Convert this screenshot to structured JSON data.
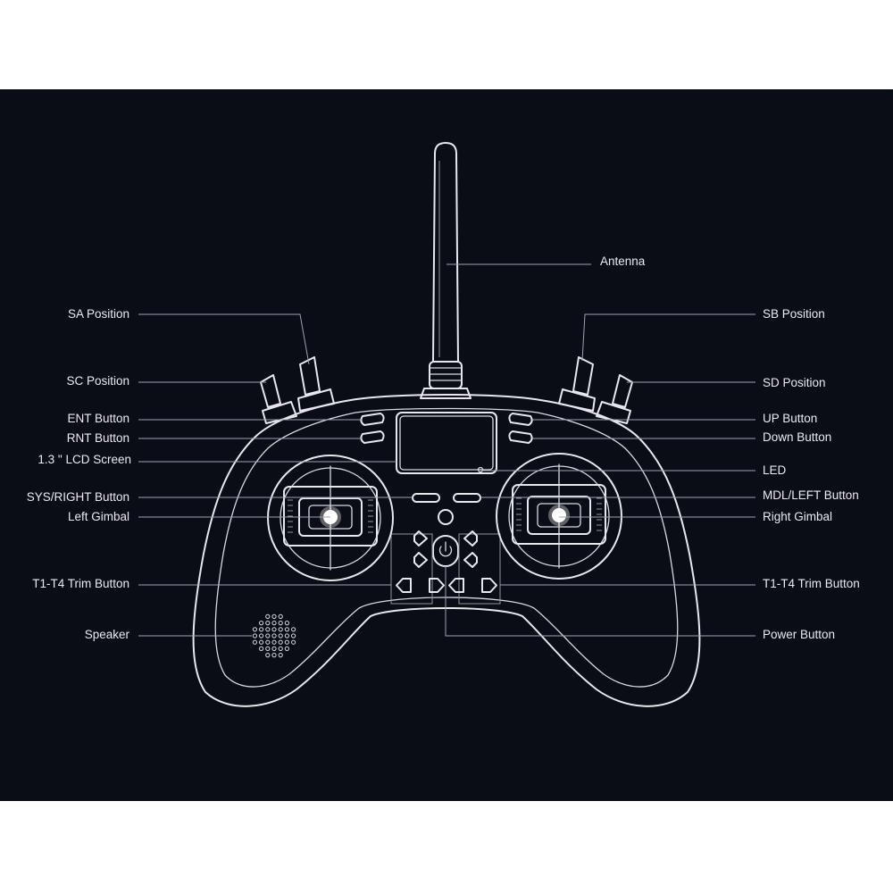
{
  "colors": {
    "background": "#0b0d16",
    "outline": "#e6e8ee",
    "leader": "#9ea2ad",
    "text": "#e9ebf0",
    "page": "#ffffff"
  },
  "labels": {
    "antenna": "Antenna",
    "sa_position": "SA  Position",
    "sb_position": "SB  Position",
    "sc_position": "SC  Position",
    "sd_position": "SD  Position",
    "ent_button": "ENT  Button",
    "up_button": "UP  Button",
    "rnt_button": "RNT  Button",
    "down_button": "Down  Button",
    "lcd_screen": "1.3 \" LCD Screen",
    "led": "LED",
    "sys_right_button": "SYS/RIGHT Button",
    "mdl_left_button": "MDL/LEFT Button",
    "left_gimbal": "Left Gimbal",
    "right_gimbal": "Right Gimbal",
    "trim_left": "T1-T4 Trim Button",
    "trim_right": "T1-T4 Trim Button",
    "speaker": "Speaker",
    "power_button": "Power Button"
  },
  "icons": [
    "power-icon",
    "trim-arrow-icon",
    "speaker-grille-icon"
  ]
}
